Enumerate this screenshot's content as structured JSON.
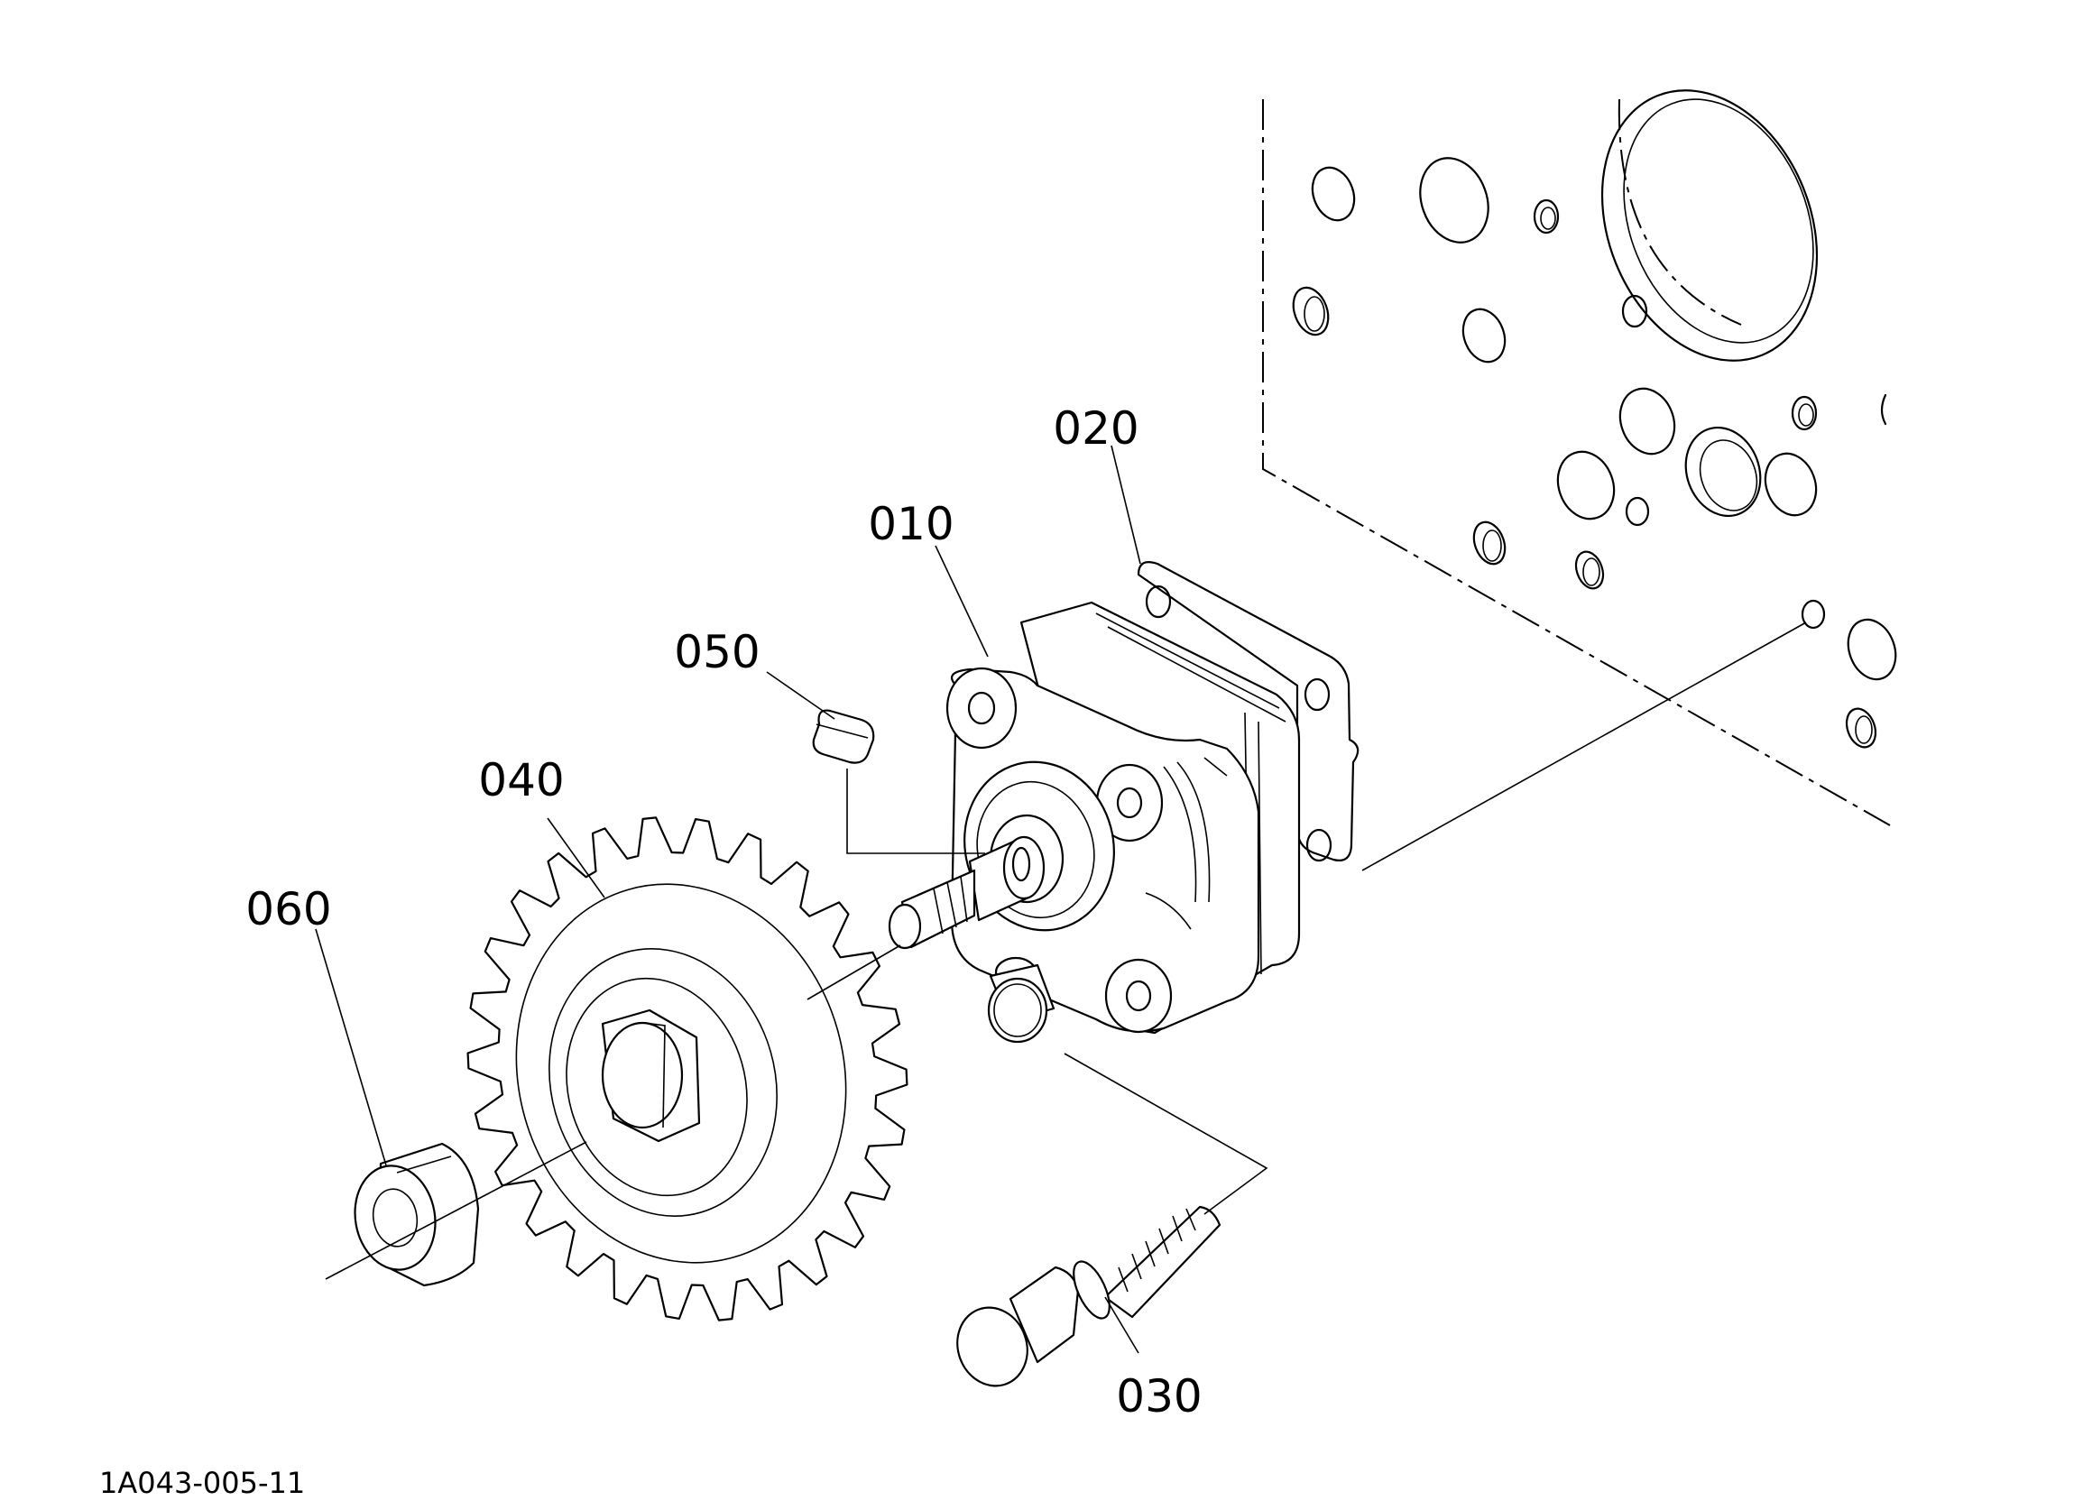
{
  "diagram": {
    "drawing_code": "1A043-005-11",
    "callouts": [
      {
        "id": "010",
        "label": "010"
      },
      {
        "id": "020",
        "label": "020"
      },
      {
        "id": "030",
        "label": "030"
      },
      {
        "id": "040",
        "label": "040"
      },
      {
        "id": "050",
        "label": "050"
      },
      {
        "id": "060",
        "label": "060"
      }
    ]
  }
}
